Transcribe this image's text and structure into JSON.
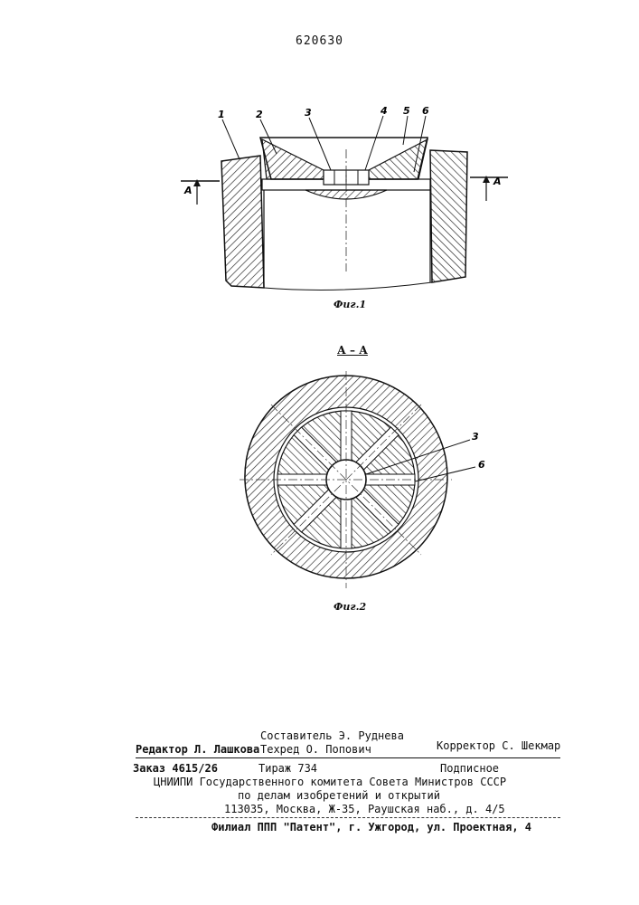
{
  "header": {
    "patent_number": "620630"
  },
  "figures": {
    "fig1": {
      "caption": "Фиг.1",
      "section_marks": [
        "А",
        "А"
      ],
      "callouts": [
        "1",
        "2",
        "3",
        "4",
        "5",
        "6"
      ]
    },
    "fig2": {
      "section_title": "А – А",
      "caption": "Фиг.2",
      "callouts": [
        "3",
        "6"
      ]
    }
  },
  "imprint": {
    "compiler": "Составитель Э. Руднева",
    "editor": "Редактор Л. Лашкова",
    "tech_editor": "Техред  О. Попович",
    "proofreader": "Корректор С. Шекмар",
    "order": "Заказ 4615/26",
    "circulation": "Тираж 734",
    "subscription": "Подписное",
    "institute_line1": "ЦНИИПИ Государственного комитета Совета Министров СССР",
    "institute_line2": "по делам изобретений  и открытий",
    "address": "113035, Москва, Ж-35, Раушская наб., д. 4/5",
    "branch": "Филиал ППП \"Патент\", г. Ужгород, ул. Проектная, 4"
  }
}
